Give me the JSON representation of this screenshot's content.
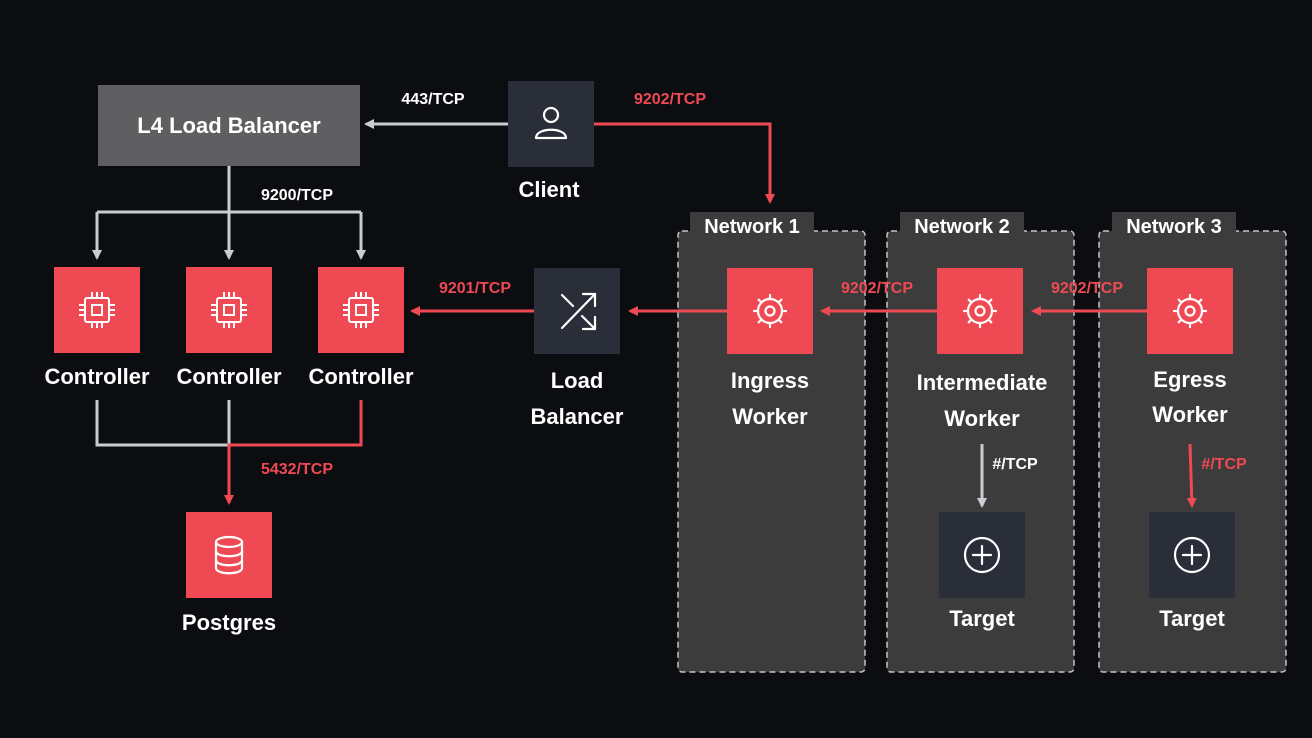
{
  "colors": {
    "background": "#0c0d11",
    "red": "#ef4a53",
    "gray_line": "#c9ccd1",
    "lb_gray": "#5f5f61",
    "dark_box": "#2a2e38",
    "network_bg": "#3c3c3c",
    "network_border": "#c4c4c4"
  },
  "nodes": {
    "l4_lb": {
      "label": "L4 Load Balancer"
    },
    "client": {
      "label": "Client",
      "icon": "user-icon"
    },
    "controllers": [
      {
        "label": "Controller",
        "icon": "cpu-icon"
      },
      {
        "label": "Controller",
        "icon": "cpu-icon"
      },
      {
        "label": "Controller",
        "icon": "cpu-icon"
      }
    ],
    "load_balancer": {
      "label_line1": "Load",
      "label_line2": "Balancer",
      "icon": "shuffle-icon"
    },
    "postgres": {
      "label": "Postgres",
      "icon": "database-icon"
    },
    "ingress_worker": {
      "label_line1": "Ingress",
      "label_line2": "Worker",
      "icon": "gear-icon"
    },
    "intermediate_worker": {
      "label_line1": "Intermediate",
      "label_line2": "Worker",
      "icon": "gear-icon"
    },
    "egress_worker": {
      "label_line1": "Egress",
      "label_line2": "Worker",
      "icon": "gear-icon"
    },
    "target_2": {
      "label": "Target",
      "icon": "plus-circle-icon"
    },
    "target_3": {
      "label": "Target",
      "icon": "plus-circle-icon"
    }
  },
  "networks": [
    {
      "label": "Network 1"
    },
    {
      "label": "Network 2"
    },
    {
      "label": "Network 3"
    }
  ],
  "edges": {
    "client_to_l4": "443/TCP",
    "client_to_ingress": "9202/TCP",
    "l4_to_controllers": "9200/TCP",
    "lb_to_controller": "9201/TCP",
    "ingress_to_lb_port": "9202/TCP",
    "egress_to_intermediate": "9202/TCP",
    "controllers_to_postgres": "5432/TCP",
    "intermediate_to_target": "#/TCP",
    "egress_to_target": "#/TCP"
  }
}
